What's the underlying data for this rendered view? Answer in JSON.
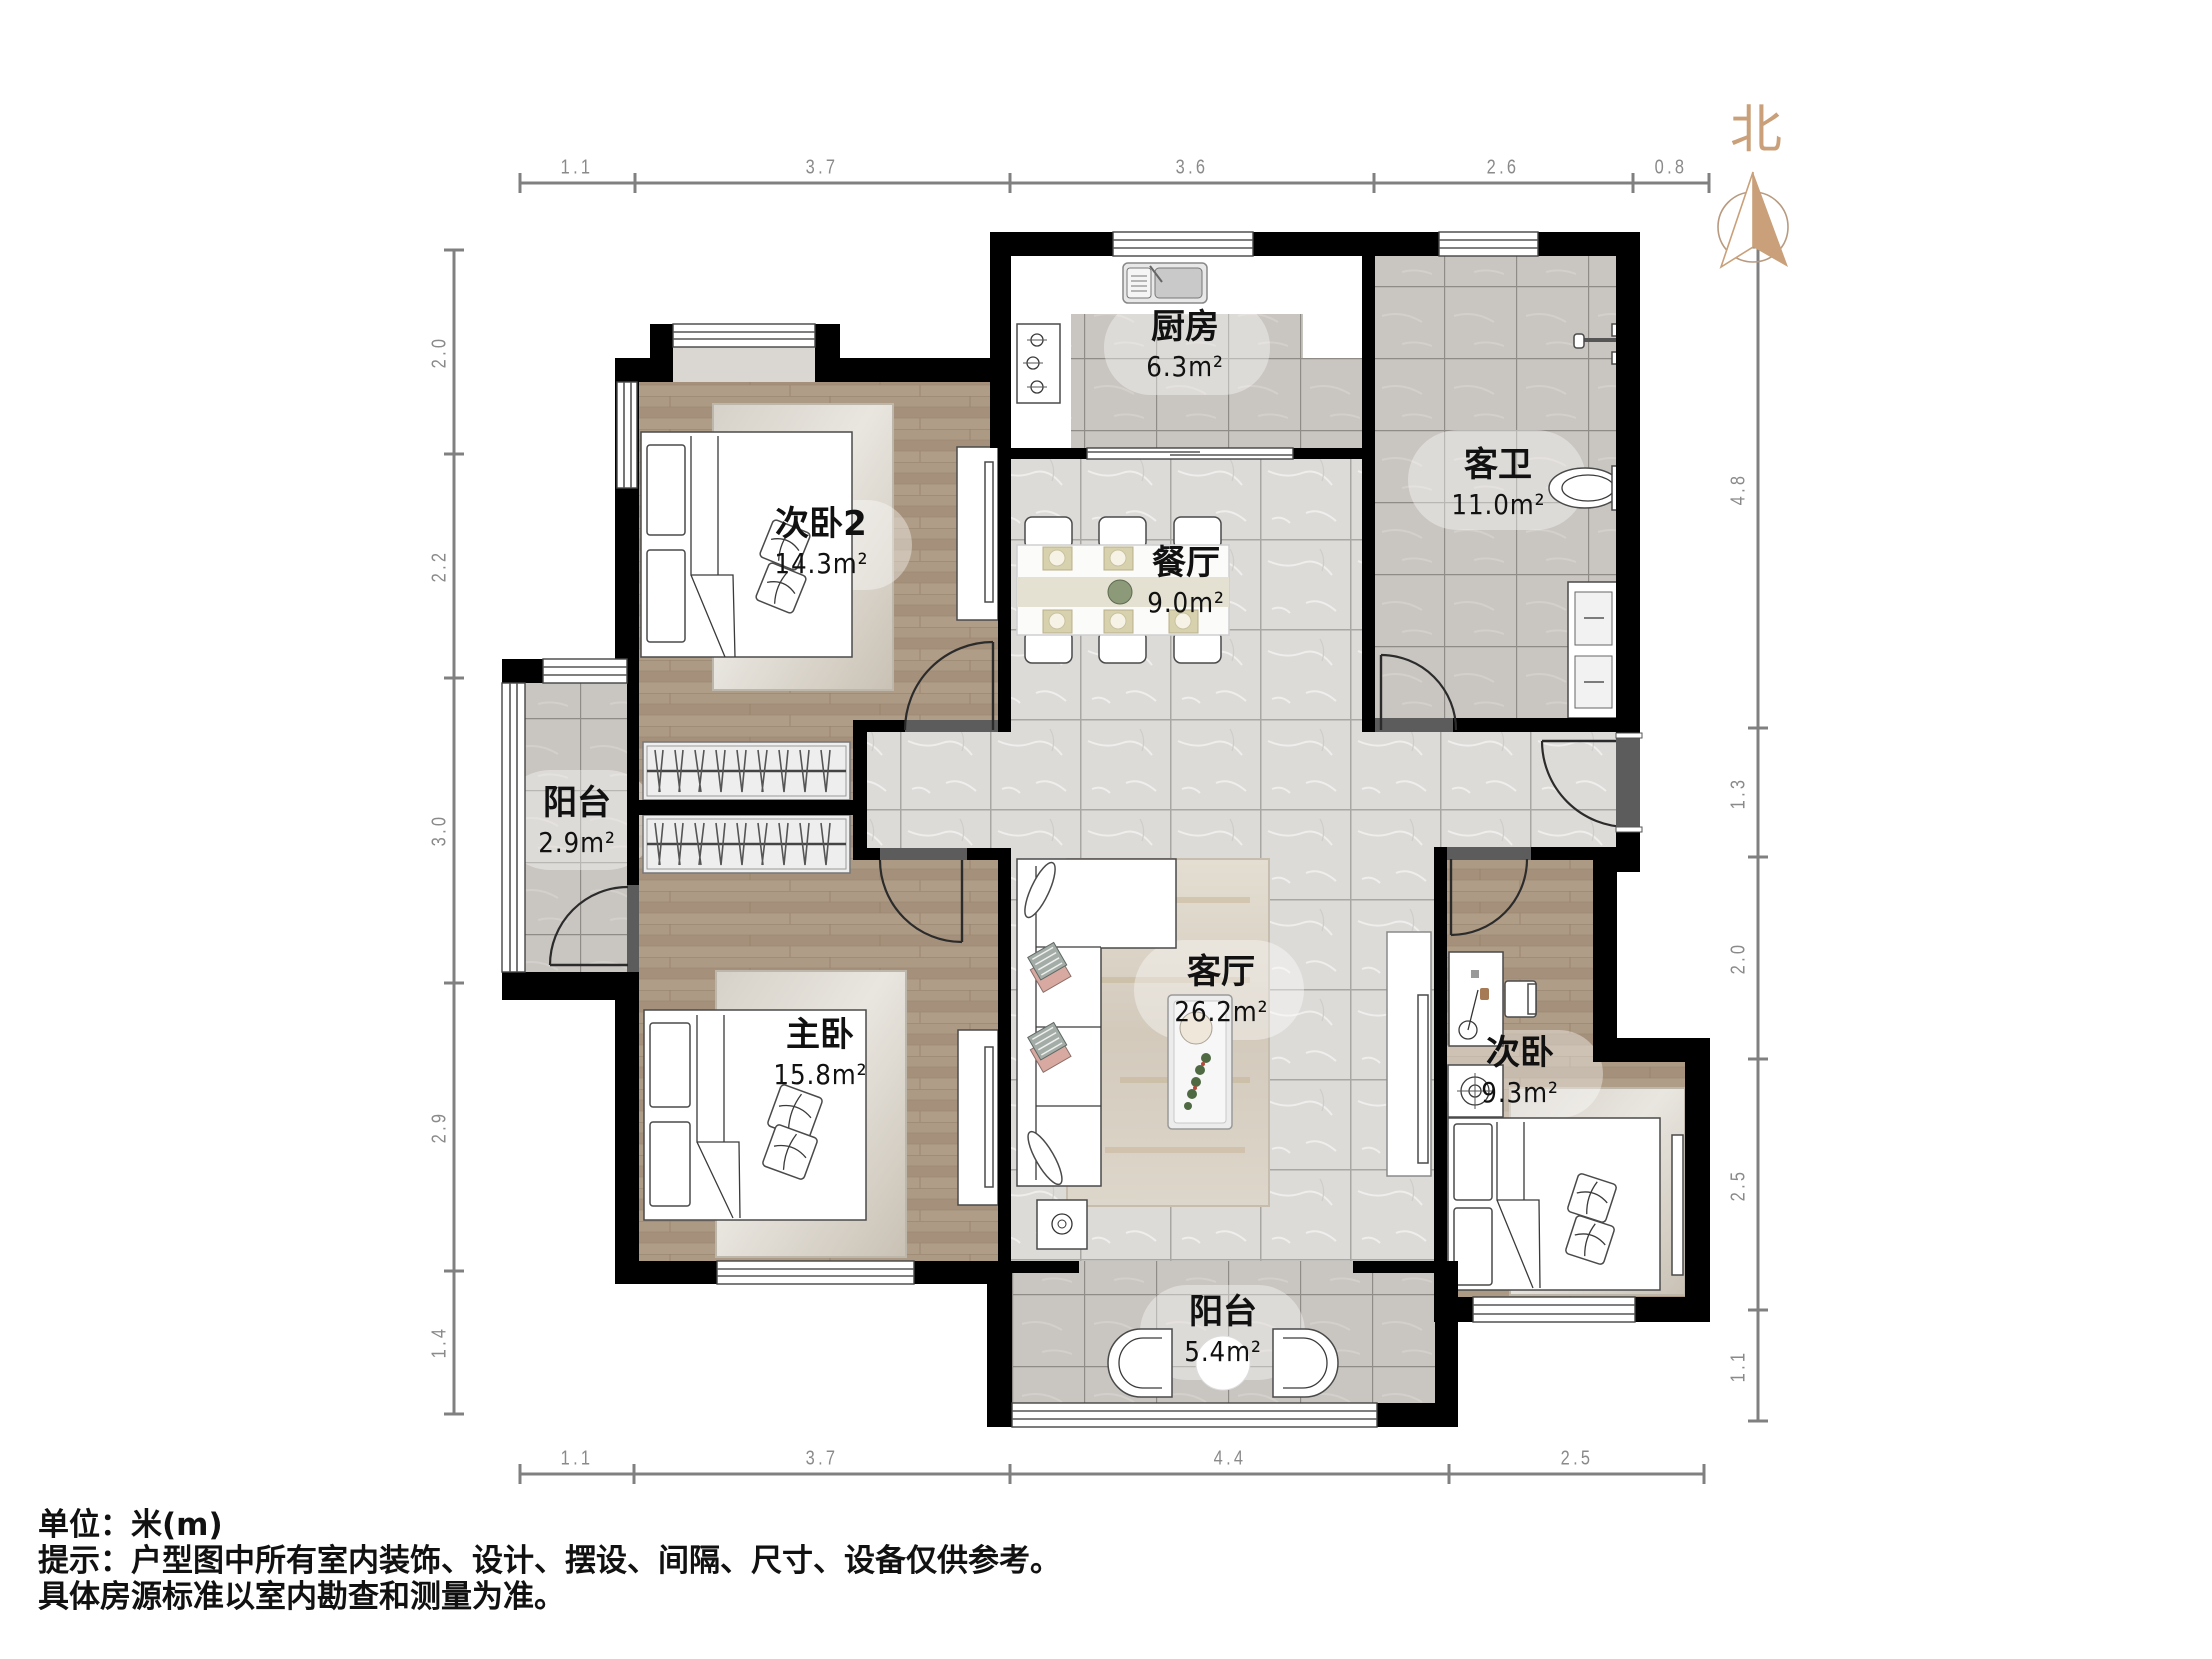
{
  "compass": {
    "label": "北"
  },
  "dimensions": {
    "unit": "m",
    "top": [
      "1.1",
      "3.7",
      "3.6",
      "2.6",
      "0.8"
    ],
    "bottom": [
      "1.1",
      "3.7",
      "4.4",
      "2.5"
    ],
    "left": [
      "2.0",
      "2.2",
      "3.0",
      "2.9",
      "1.4"
    ],
    "right": [
      "4.8",
      "1.3",
      "2.0",
      "2.5",
      "1.1"
    ]
  },
  "rooms": [
    {
      "name": "厨房",
      "area": "6.3m²"
    },
    {
      "name": "客卫",
      "area": "11.0m²"
    },
    {
      "name": "次卧2",
      "area": "14.3m²"
    },
    {
      "name": "餐厅",
      "area": "9.0m²"
    },
    {
      "name": "阳台",
      "area": "2.9m²"
    },
    {
      "name": "客厅",
      "area": "26.2m²"
    },
    {
      "name": "主卧",
      "area": "15.8m²"
    },
    {
      "name": "次卧",
      "area": "9.3m²"
    },
    {
      "name": "阳台",
      "area": "5.4m²"
    }
  ],
  "notes": {
    "unit": "单位：米(m)",
    "disclaimer": "提示：户型图中所有室内装饰、设计、摆设、间隔、尺寸、设备仅供参考。",
    "standard": "具体房源标准以室内勘查和测量为准。"
  },
  "theme": {
    "wall": "#000000",
    "dimension": "#808080",
    "compass": "#c9a079",
    "text": "#111111",
    "wood": "#a9967f",
    "tile": "#c9c5c1",
    "marble": "#dddbd8",
    "window-line": "#555555",
    "threshold": "#5c5c5c"
  }
}
